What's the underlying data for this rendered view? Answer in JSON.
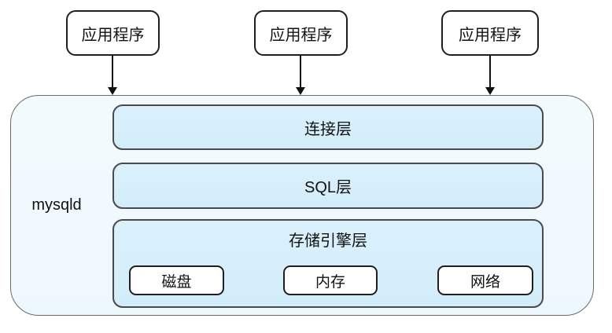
{
  "diagram": {
    "applications": [
      {
        "label": "应用程序"
      },
      {
        "label": "应用程序"
      },
      {
        "label": "应用程序"
      }
    ],
    "server": {
      "label": "mysqld",
      "layers": [
        {
          "label": "连接层"
        },
        {
          "label": "SQL层"
        }
      ],
      "storage_engine_layer": {
        "label": "存储引擎层",
        "components": [
          {
            "label": "磁盘"
          },
          {
            "label": "内存"
          },
          {
            "label": "网络"
          }
        ]
      }
    },
    "colors": {
      "layer_fill": "#d6effb",
      "server_fill": "#f0f9fe",
      "box_fill": "#ffffff",
      "border_dark": "#1f1f1f",
      "border_gray": "#6b6b6b"
    }
  }
}
